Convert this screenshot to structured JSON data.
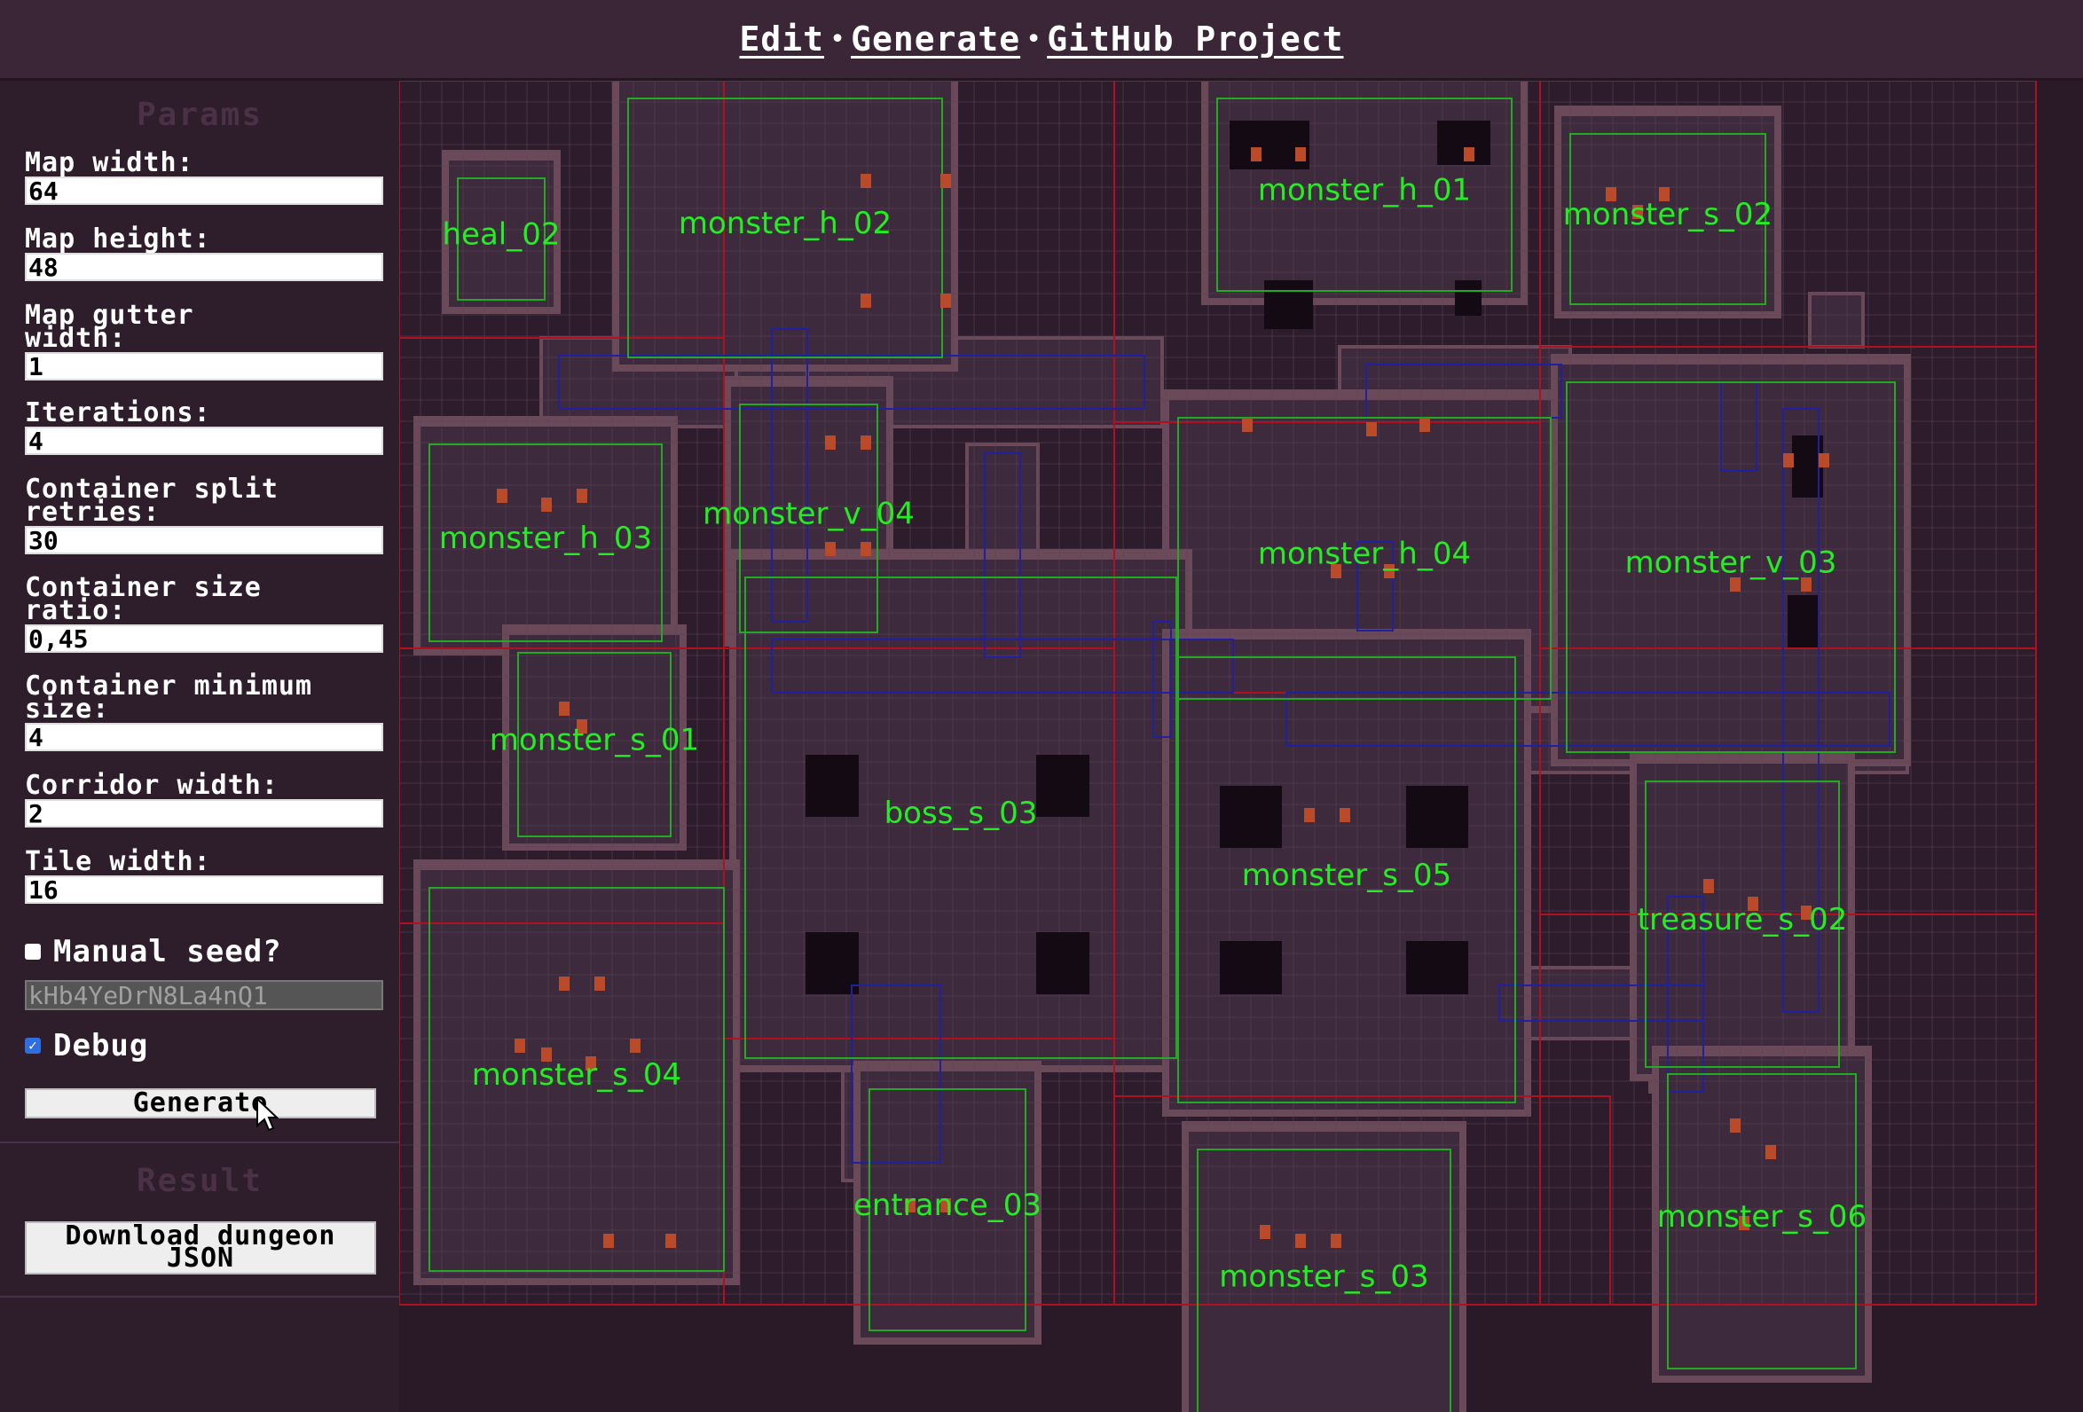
{
  "header": {
    "links": [
      "Edit",
      "Generate",
      "GitHub Project"
    ],
    "separator": "•"
  },
  "sidebar": {
    "params_title": "Params",
    "fields": [
      {
        "label": "Map width:",
        "value": "64"
      },
      {
        "label": "Map height:",
        "value": "48"
      },
      {
        "label": "Map gutter width:",
        "value": "1"
      },
      {
        "label": "Iterations:",
        "value": "4"
      },
      {
        "label": "Container split retries:",
        "value": "30"
      },
      {
        "label": "Container size ratio:",
        "value": "0,45"
      },
      {
        "label": "Container minimum size:",
        "value": "4"
      },
      {
        "label": "Corridor width:",
        "value": "2"
      },
      {
        "label": "Tile width:",
        "value": "16"
      }
    ],
    "manual_seed": {
      "label": "Manual seed?",
      "checked": false,
      "value": "kHb4YeDrN8La4nQ1"
    },
    "debug": {
      "label": "Debug",
      "checked": true
    },
    "generate_label": "Generate",
    "result_title": "Result",
    "download_label": "Download dungeon JSON"
  },
  "map": {
    "room_label_color": "#22ee22",
    "rooms": [
      {
        "name": "heal_02"
      },
      {
        "name": "monster_h_02"
      },
      {
        "name": "monster_h_01"
      },
      {
        "name": "monster_s_02"
      },
      {
        "name": "monster_v_04"
      },
      {
        "name": "monster_h_03"
      },
      {
        "name": "monster_h_04"
      },
      {
        "name": "monster_v_03"
      },
      {
        "name": "monster_s_01"
      },
      {
        "name": "boss_s_03"
      },
      {
        "name": "monster_s_05"
      },
      {
        "name": "treasure_s_02"
      },
      {
        "name": "monster_s_04"
      },
      {
        "name": "entrance_03"
      },
      {
        "name": "monster_s_03"
      },
      {
        "name": "monster_s_06"
      }
    ]
  },
  "colors": {
    "container_lines": "#b01020",
    "corridor_lines": "#2020a0",
    "room_outline": "#22aa22",
    "floor": "#3d2a3d",
    "wall": "#6a4a58"
  }
}
